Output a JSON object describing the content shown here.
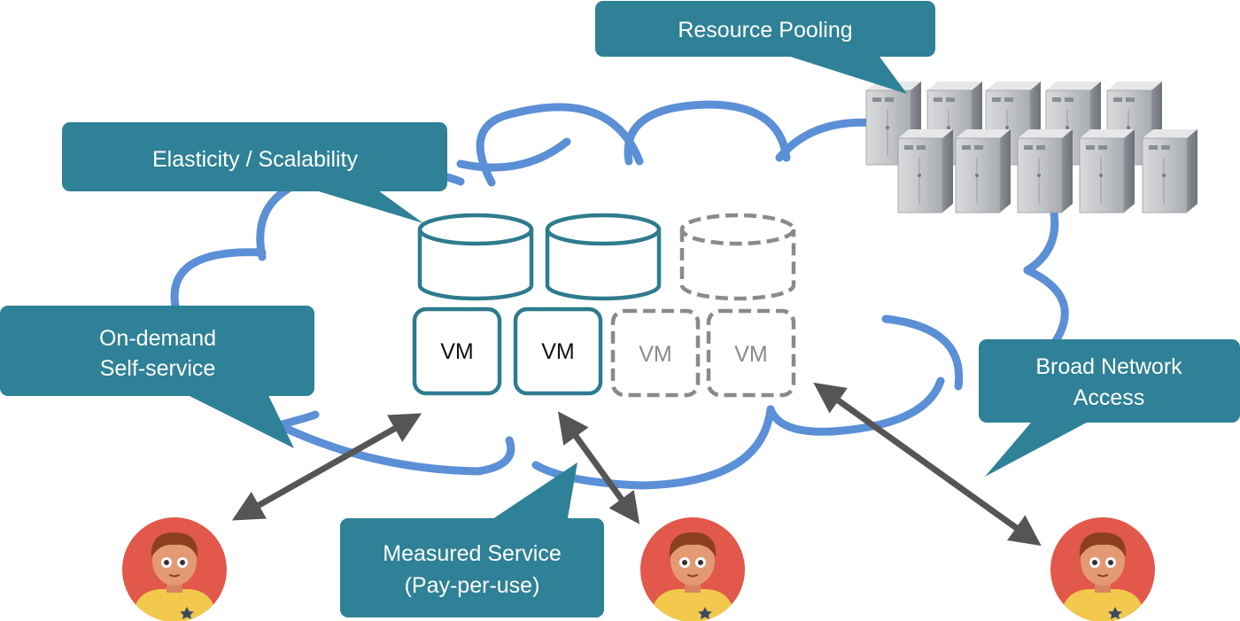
{
  "callouts": {
    "resource_pooling": "Resource Pooling",
    "elasticity": "Elasticity / Scalability",
    "on_demand_line1": "On-demand",
    "on_demand_line2": "Self-service",
    "broad_network_line1": "Broad Network",
    "broad_network_line2": "Access",
    "measured_line1": "Measured Service",
    "measured_line2": "(Pay-per-use)"
  },
  "vms": {
    "vm1": "VM",
    "vm2": "VM",
    "vm3": "VM",
    "vm4": "VM"
  },
  "colors": {
    "callout_fill": "#2e8196",
    "cloud_stroke": "#5b8fd6",
    "active_resource": "#2e7b8e",
    "inactive_resource": "#8a8a8a",
    "arrow": "#555555",
    "user_bg": "#e2584a",
    "user_shirt": "#f2c94c"
  },
  "icons": {
    "server": "server-icon",
    "user": "user-avatar-icon",
    "database": "database-icon"
  }
}
